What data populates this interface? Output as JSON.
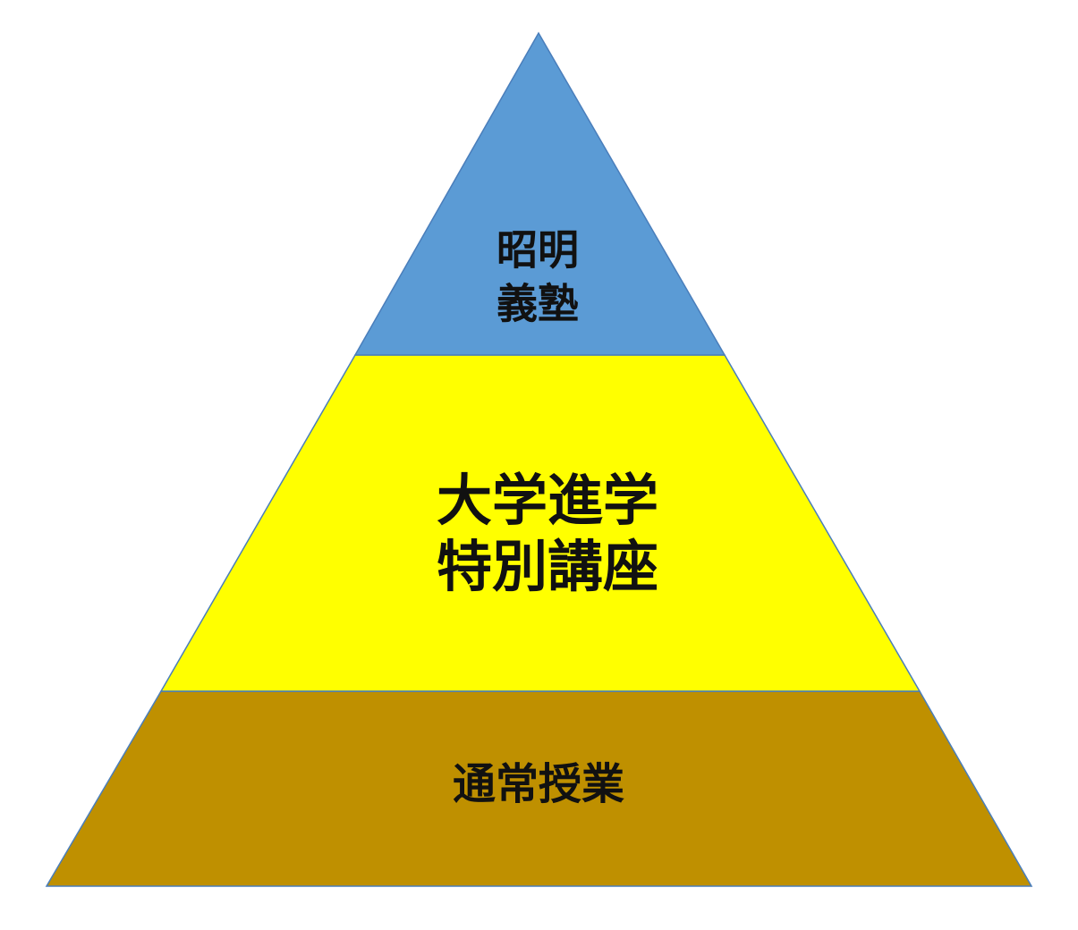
{
  "diagram": {
    "type": "pyramid",
    "tiers": [
      {
        "id": "top",
        "lines": [
          "昭明",
          "義塾"
        ],
        "color": "#5b9bd5"
      },
      {
        "id": "middle",
        "lines": [
          "大学進学",
          "特別講座"
        ],
        "color": "#ffff00"
      },
      {
        "id": "bottom",
        "lines": [
          "通常授業"
        ],
        "color": "#bf9000"
      }
    ],
    "outline_color": "#4a7ebb"
  }
}
